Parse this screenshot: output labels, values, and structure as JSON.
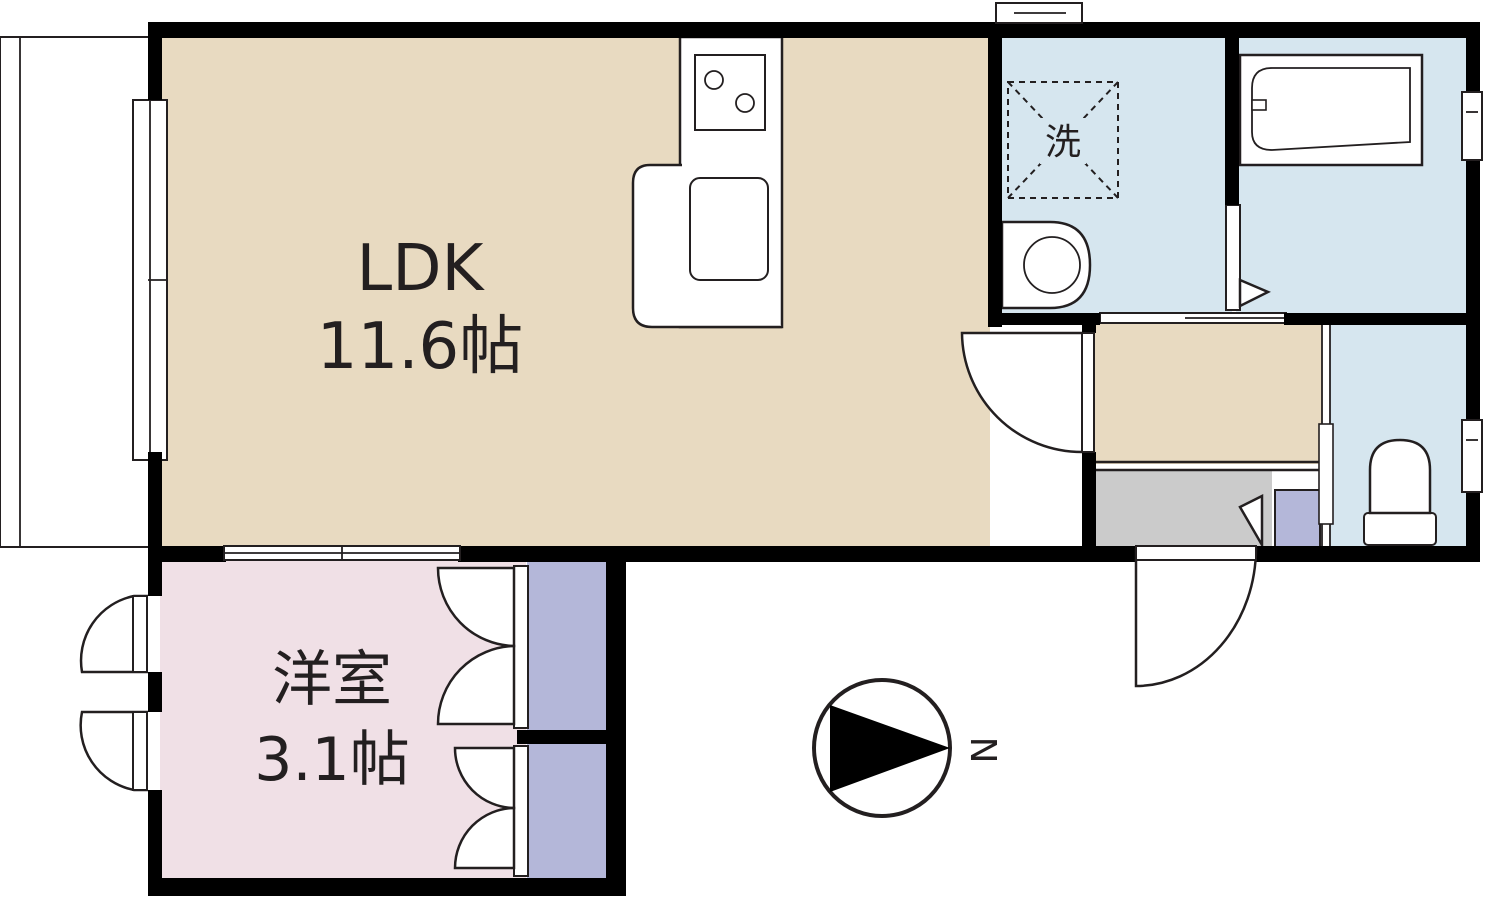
{
  "rooms": {
    "ldk": {
      "name": "LDK",
      "size": "11.6帖"
    },
    "western": {
      "name": "洋室",
      "size": "3.1帖"
    }
  },
  "laundry_mark": "洗",
  "compass": {
    "letter": "N"
  },
  "colors": {
    "ldk_floor": "#e8dac1",
    "western_floor": "#f0e0e6",
    "wet_area": "#d6e6ef",
    "closet": "#b4b7d9",
    "entrance": "#cbcbcb",
    "wall": "#000000"
  }
}
